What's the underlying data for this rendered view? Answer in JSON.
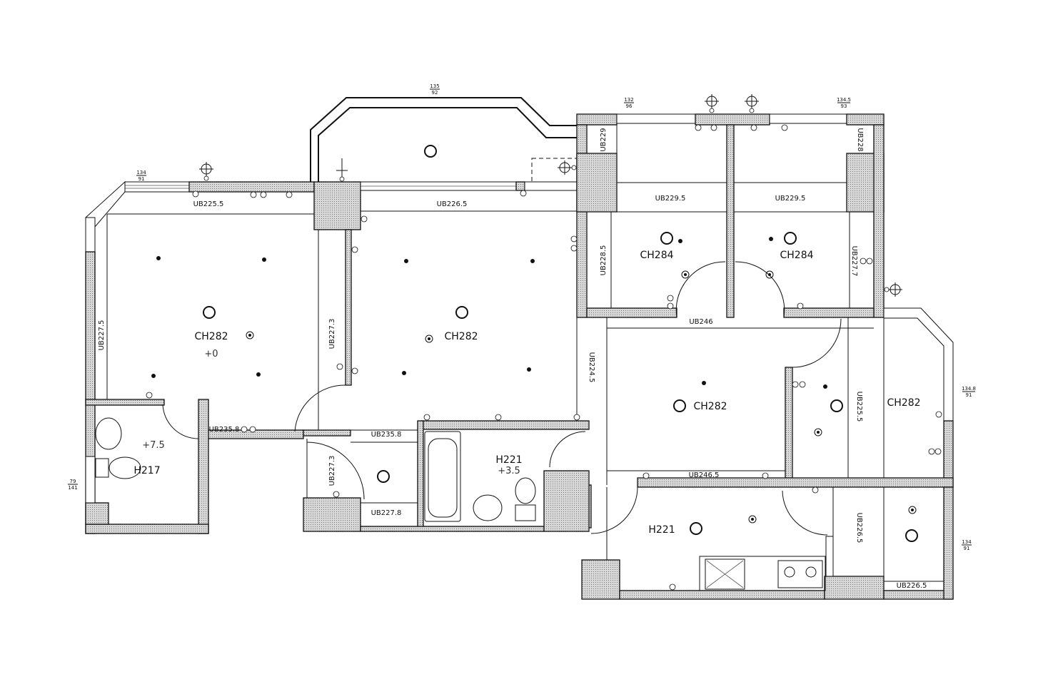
{
  "dimensions": {
    "left_window": {
      "top": "134",
      "bottom": "91"
    },
    "balcony": {
      "top": "135",
      "bottom": "92"
    },
    "bedroom_left_window": {
      "top": "132",
      "bottom": "96"
    },
    "bedroom_right_window": {
      "top": "134.5",
      "bottom": "93"
    },
    "right_room_window": {
      "top": "134.8",
      "bottom": "91"
    },
    "kitchen_side_window": {
      "top": "134",
      "bottom": "91"
    },
    "bathroom_window": {
      "top": "79",
      "bottom": "141"
    }
  },
  "beams": {
    "ub225_5_top": "UB225.5",
    "ub226_5_top": "UB226.5",
    "ub227_5": "UB227.5",
    "ub227_3_a": "UB227.3",
    "ub235_8_a": "UB235.8",
    "ub235_8_b": "UB235.8",
    "ub227_3_b": "UB227.3",
    "ub227_8": "UB227.8",
    "ub229": "UB229",
    "ub228": "UB228",
    "ub229_5_a": "UB229.5",
    "ub229_5_b": "UB229.5",
    "ub228_5": "UB228.5",
    "ub227_7": "UB227.7",
    "ub246": "UB246",
    "ub224_5": "UB224.5",
    "ub225_5_right": "UB225.5",
    "ub246_5": "UB246.5",
    "ub226_5_side": "UB226.5",
    "ub226_5_bottom": "UB226.5"
  },
  "rooms": {
    "living_left": {
      "ceiling": "CH282",
      "level": "+0"
    },
    "living_mid": {
      "ceiling": "CH282"
    },
    "bedroom_a": {
      "ceiling": "CH284"
    },
    "bedroom_b": {
      "ceiling": "CH284"
    },
    "hall": {
      "ceiling": "CH282"
    },
    "right_room": {
      "ceiling": "CH282"
    },
    "bath_left": {
      "ceiling": "H217",
      "level": "+7.5"
    },
    "bath_mid": {
      "ceiling": "H221",
      "level": "+3.5"
    },
    "kitchen": {
      "ceiling": "H221"
    }
  }
}
